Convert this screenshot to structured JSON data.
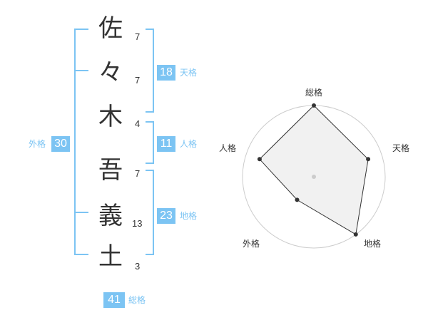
{
  "name_chars": [
    {
      "char": "佐",
      "strokes": "7"
    },
    {
      "char": "々",
      "strokes": "7"
    },
    {
      "char": "木",
      "strokes": "4"
    },
    {
      "char": "吾",
      "strokes": "7"
    },
    {
      "char": "義",
      "strokes": "13"
    },
    {
      "char": "土",
      "strokes": "3"
    }
  ],
  "kaku": {
    "tenkaku": {
      "value": "18",
      "label": "天格"
    },
    "jinkaku": {
      "value": "11",
      "label": "人格"
    },
    "chikaku": {
      "value": "23",
      "label": "地格"
    },
    "gaikaku": {
      "value": "30",
      "label": "外格"
    },
    "soukaku": {
      "value": "41",
      "label": "総格"
    }
  },
  "colors": {
    "accent": "#7cc4f3",
    "text": "#333333",
    "grid": "#cccccc",
    "fill": "#eeeeee"
  },
  "chart_data": {
    "type": "radar",
    "axes": [
      "総格",
      "天格",
      "地格",
      "外格",
      "人格"
    ],
    "values": [
      5,
      4,
      5,
      2,
      4
    ],
    "max": 5
  }
}
